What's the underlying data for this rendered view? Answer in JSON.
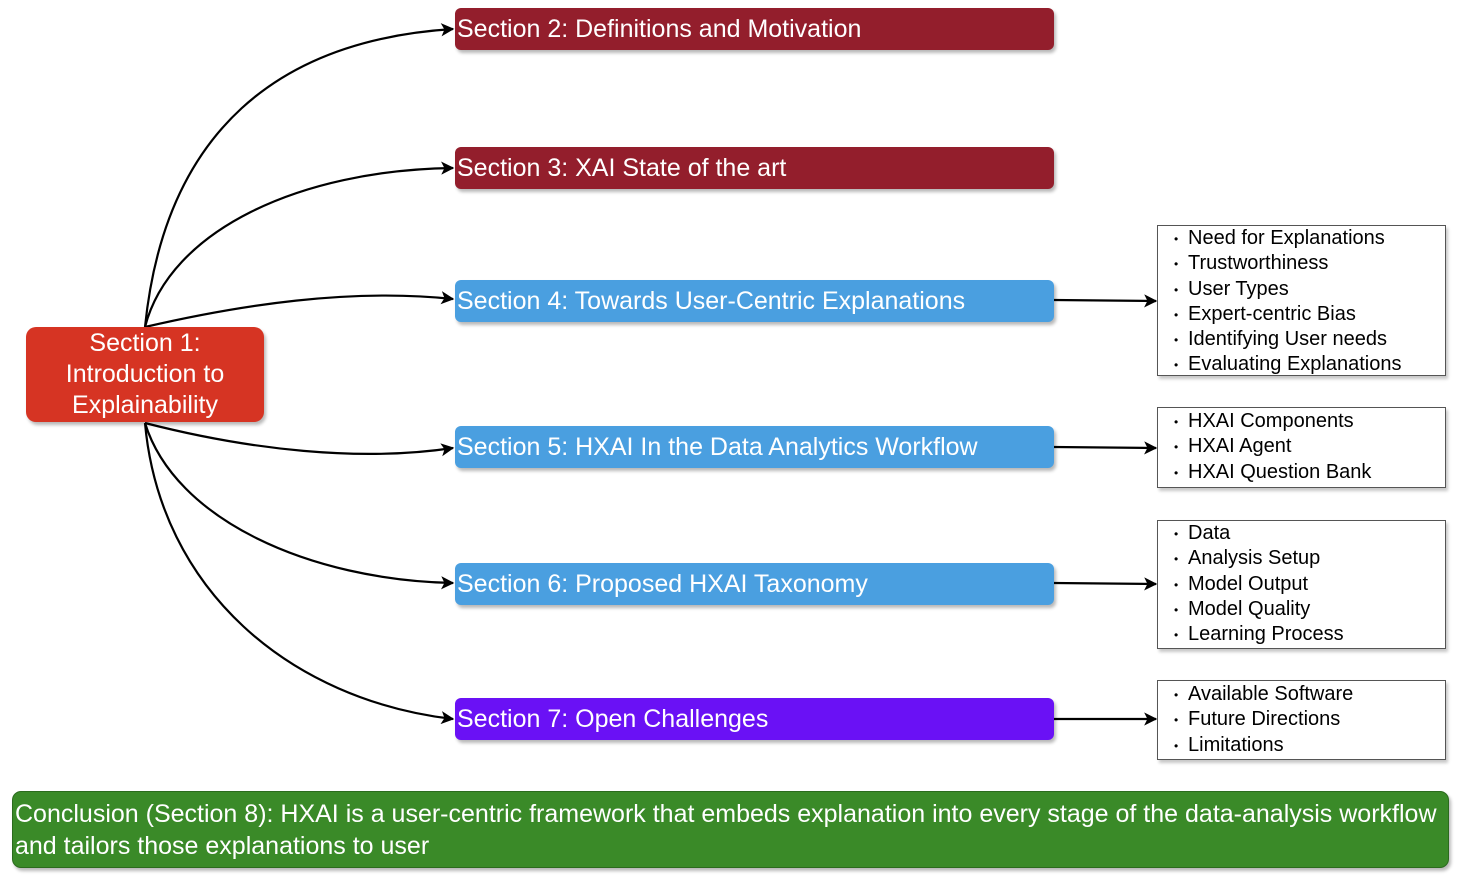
{
  "root": {
    "label_lines": [
      "Section 1:",
      "Introduction to",
      "Explainability"
    ]
  },
  "sections": [
    {
      "id": "sec2",
      "label": "Section 2: Definitions and Motivation",
      "color": "#931e2c"
    },
    {
      "id": "sec3",
      "label": "Section 3: XAI State of the art",
      "color": "#931e2c"
    },
    {
      "id": "sec4",
      "label": "Section 4: Towards User-Centric Explanations",
      "color": "#4a9fe0"
    },
    {
      "id": "sec5",
      "label": "Section 5: HXAI In the Data Analytics Workflow",
      "color": "#4a9fe0"
    },
    {
      "id": "sec6",
      "label": "Section 6: Proposed HXAI Taxonomy",
      "color": "#4a9fe0"
    },
    {
      "id": "sec7",
      "label": "Section 7: Open Challenges",
      "color": "#6a11f5"
    }
  ],
  "detail_lists": {
    "sec4": [
      "Need for Explanations",
      "Trustworthiness",
      "User Types",
      "Expert-centric Bias",
      "Identifying User needs",
      "Evaluating Explanations"
    ],
    "sec5": [
      "HXAI Components",
      "HXAI Agent",
      "HXAI Question Bank"
    ],
    "sec6": [
      "Data",
      "Analysis Setup",
      "Model Output",
      "Model Quality",
      "Learning Process"
    ],
    "sec7": [
      "Available Software",
      "Future Directions",
      "Limitations"
    ]
  },
  "conclusion": "Conclusion (Section 8): HXAI is a user-centric framework that embeds explanation into every stage of the data-analysis workflow and tailors those explanations to user",
  "colors": {
    "root": "#d63423",
    "conclusion": "#3a8a28",
    "edge": "#000000"
  }
}
